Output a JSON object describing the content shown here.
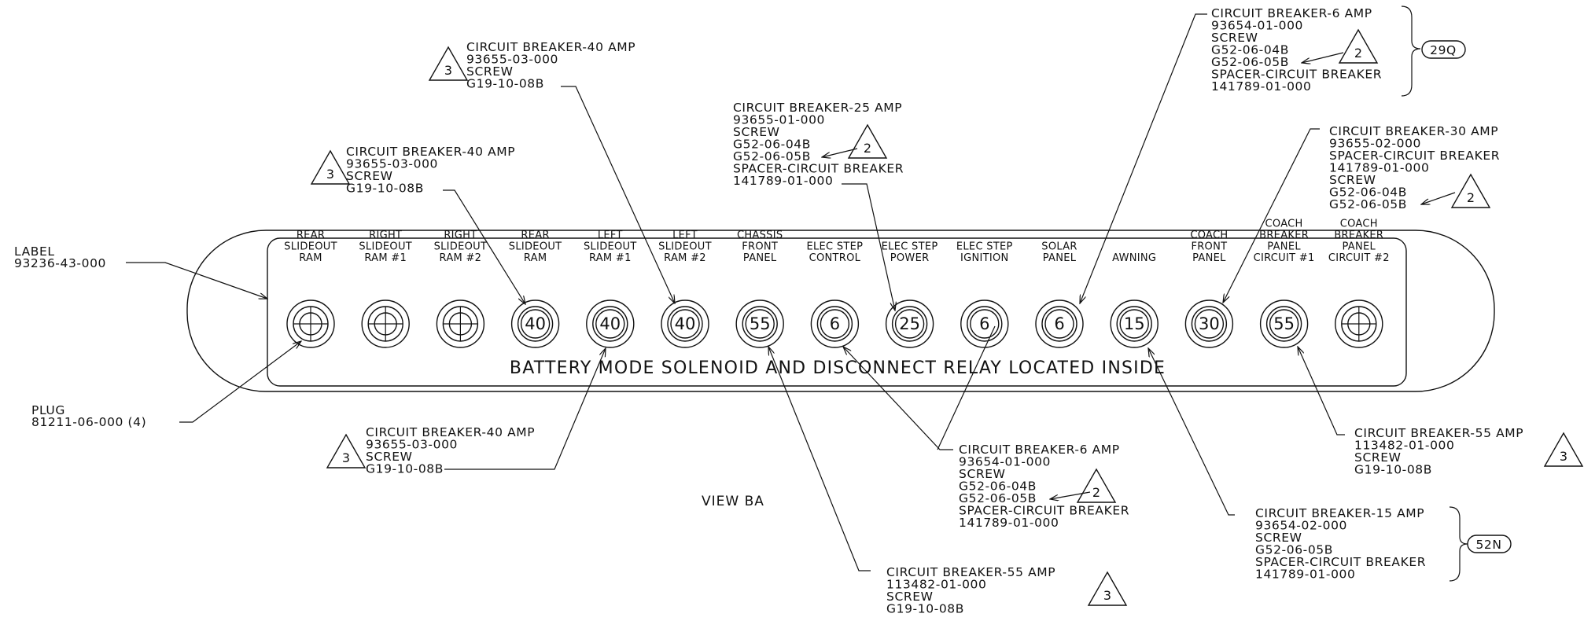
{
  "panel": {
    "inscription": "BATTERY MODE SOLENOID AND DISCONNECT RELAY LOCATED INSIDE",
    "view_label": "VIEW BA"
  },
  "slots": [
    {
      "label": [
        "REAR",
        "SLIDEOUT",
        "RAM"
      ],
      "value": ""
    },
    {
      "label": [
        "RIGHT",
        "SLIDEOUT",
        "RAM #1"
      ],
      "value": ""
    },
    {
      "label": [
        "RIGHT",
        "SLIDEOUT",
        "RAM #2"
      ],
      "value": ""
    },
    {
      "label": [
        "REAR",
        "SLIDEOUT",
        "RAM"
      ],
      "value": "40"
    },
    {
      "label": [
        "LEFT",
        "SLIDEOUT",
        "RAM #1"
      ],
      "value": "40"
    },
    {
      "label": [
        "LEFT",
        "SLIDEOUT",
        "RAM #2"
      ],
      "value": "40"
    },
    {
      "label": [
        "CHASSIS",
        "FRONT",
        "PANEL"
      ],
      "value": "55"
    },
    {
      "label": [
        "ELEC STEP",
        "CONTROL"
      ],
      "value": "6"
    },
    {
      "label": [
        "ELEC STEP",
        "POWER"
      ],
      "value": "25"
    },
    {
      "label": [
        "ELEC STEP",
        "IGNITION"
      ],
      "value": "6"
    },
    {
      "label": [
        "SOLAR",
        "PANEL"
      ],
      "value": "6"
    },
    {
      "label": [
        "AWNING"
      ],
      "value": "15"
    },
    {
      "label": [
        "COACH",
        "FRONT",
        "PANEL"
      ],
      "value": "30"
    },
    {
      "label": [
        "COACH",
        "BREAKER",
        "PANEL",
        "CIRCUIT #1"
      ],
      "value": "55"
    },
    {
      "label": [
        "COACH",
        "BREAKER",
        "PANEL",
        "CIRCUIT #2"
      ],
      "value": ""
    }
  ],
  "callouts": [
    {
      "lines": [
        "LABEL",
        "93236-43-000"
      ]
    },
    {
      "lines": [
        "PLUG",
        "81211-06-000 (4)"
      ]
    },
    {
      "lines": [
        "CIRCUIT BREAKER-40 AMP",
        "93655-03-000",
        "SCREW",
        "G19-10-08B"
      ],
      "triangle": "3"
    },
    {
      "lines": [
        "CIRCUIT BREAKER-40 AMP",
        "93655-03-000",
        "SCREW",
        "G19-10-08B"
      ],
      "triangle": "3"
    },
    {
      "lines": [
        "CIRCUIT BREAKER-25 AMP",
        "93655-01-000",
        "SCREW",
        "G52-06-04B",
        "G52-06-05B",
        "SPACER-CIRCUIT BREAKER",
        "141789-01-000"
      ],
      "triangle": "2"
    },
    {
      "lines": [
        "CIRCUIT BREAKER-6 AMP",
        "93654-01-000",
        "SCREW",
        "G52-06-04B",
        "G52-06-05B",
        "SPACER-CIRCUIT BREAKER",
        "141789-01-000"
      ],
      "triangle": "2",
      "tag": "29Q"
    },
    {
      "lines": [
        "CIRCUIT BREAKER-30 AMP",
        "93655-02-000",
        "SPACER-CIRCUIT BREAKER",
        "141789-01-000",
        "SCREW",
        "G52-06-04B",
        "G52-06-05B"
      ],
      "triangle": "2"
    },
    {
      "lines": [
        "CIRCUIT BREAKER-40 AMP",
        "93655-03-000",
        "SCREW",
        "G19-10-08B"
      ],
      "triangle": "3"
    },
    {
      "lines": [
        "CIRCUIT BREAKER-6 AMP",
        "93654-01-000",
        "SCREW",
        "G52-06-04B",
        "G52-06-05B",
        "SPACER-CIRCUIT BREAKER",
        "141789-01-000"
      ],
      "triangle": "2"
    },
    {
      "lines": [
        "CIRCUIT BREAKER-55 AMP",
        "113482-01-000",
        "SCREW",
        "G19-10-08B"
      ],
      "triangle": "3"
    },
    {
      "lines": [
        "CIRCUIT BREAKER-15 AMP",
        "93654-02-000",
        "SCREW",
        "G52-06-05B",
        "SPACER-CIRCUIT BREAKER",
        "141789-01-000"
      ],
      "tag": "52N"
    },
    {
      "lines": [
        "CIRCUIT BREAKER-55 AMP",
        "113482-01-000",
        "SCREW",
        "G19-10-08B"
      ],
      "triangle": "3"
    }
  ]
}
